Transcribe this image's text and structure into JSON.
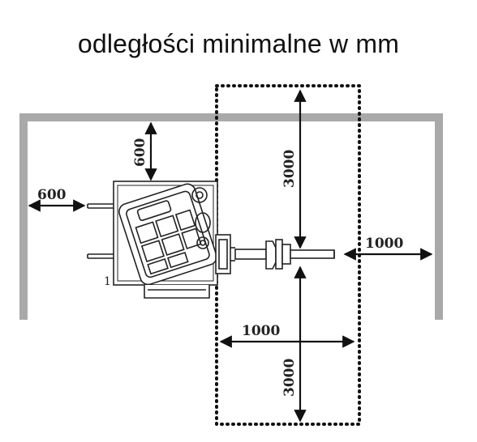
{
  "title": "odległości minimalne w mm",
  "dimensions": {
    "left": "600",
    "top": "600",
    "upper_vertical": "3000",
    "right": "1000",
    "lower_horizontal": "1000",
    "lower_vertical": "3000"
  },
  "machine_label": "1",
  "colors": {
    "wall": "#a9a9a9",
    "line": "#111111",
    "dotted_zone": "#111111"
  }
}
